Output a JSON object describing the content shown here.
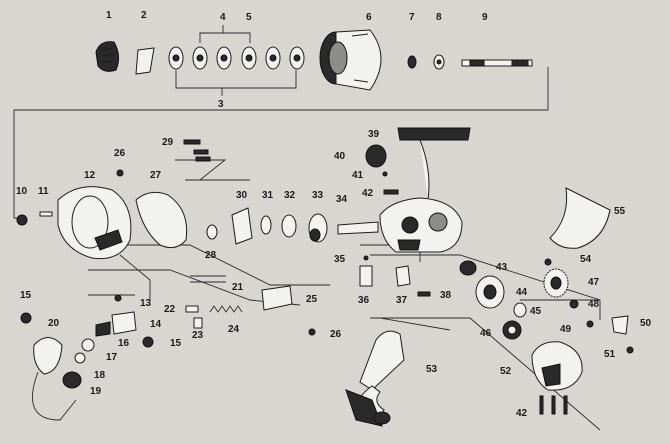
{
  "labels": [
    "1",
    "2",
    "3",
    "4",
    "5",
    "6",
    "7",
    "8",
    "9",
    "10",
    "11",
    "12",
    "13",
    "14",
    "15",
    "15",
    "16",
    "17",
    "18",
    "19",
    "20",
    "21",
    "22",
    "23",
    "24",
    "25",
    "26",
    "26",
    "27",
    "28",
    "29",
    "30",
    "31",
    "32",
    "33",
    "34",
    "35",
    "36",
    "37",
    "38",
    "39",
    "40",
    "41",
    "42",
    "42",
    "43",
    "44",
    "45",
    "46",
    "47",
    "48",
    "49",
    "50",
    "51",
    "52",
    "53",
    "54",
    "55"
  ]
}
